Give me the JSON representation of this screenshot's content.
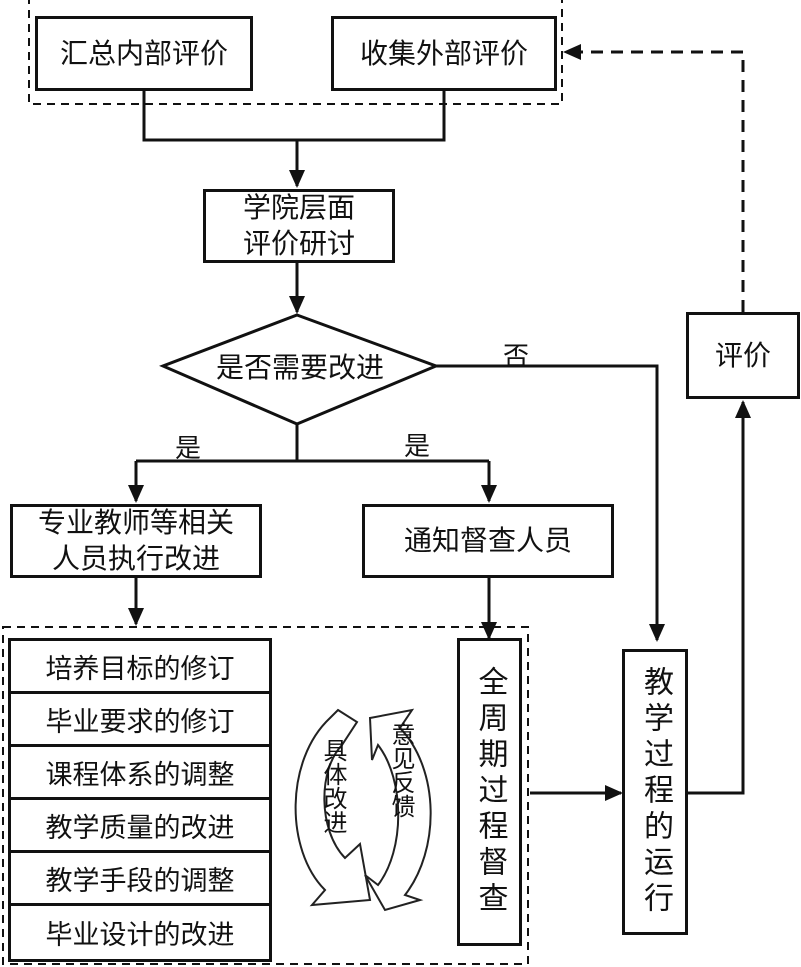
{
  "title": "教学质量持续改进流程图",
  "nodes": {
    "internal_eval": "汇总内部评价",
    "external_eval": "收集外部评价",
    "college_review": "学院层面\n评价研讨",
    "decision": "是否需要改进",
    "teachers_improve": "专业教师等相关\n人员执行改进",
    "notify_supervisors": "通知督查人员",
    "full_cycle_supervision": "全周期过程督查",
    "teaching_process": "教学过程的运行",
    "evaluation": "评价"
  },
  "edge_labels": {
    "yes_left": "是",
    "yes_right": "是",
    "no": "否"
  },
  "improvement_items": [
    "培养目标的修订",
    "毕业要求的修订",
    "课程体系的调整",
    "教学质量的改进",
    "教学手段的调整",
    "毕业设计的改进"
  ],
  "cycle": {
    "left_arrow": "具体改进",
    "right_arrow": "意见反馈"
  }
}
